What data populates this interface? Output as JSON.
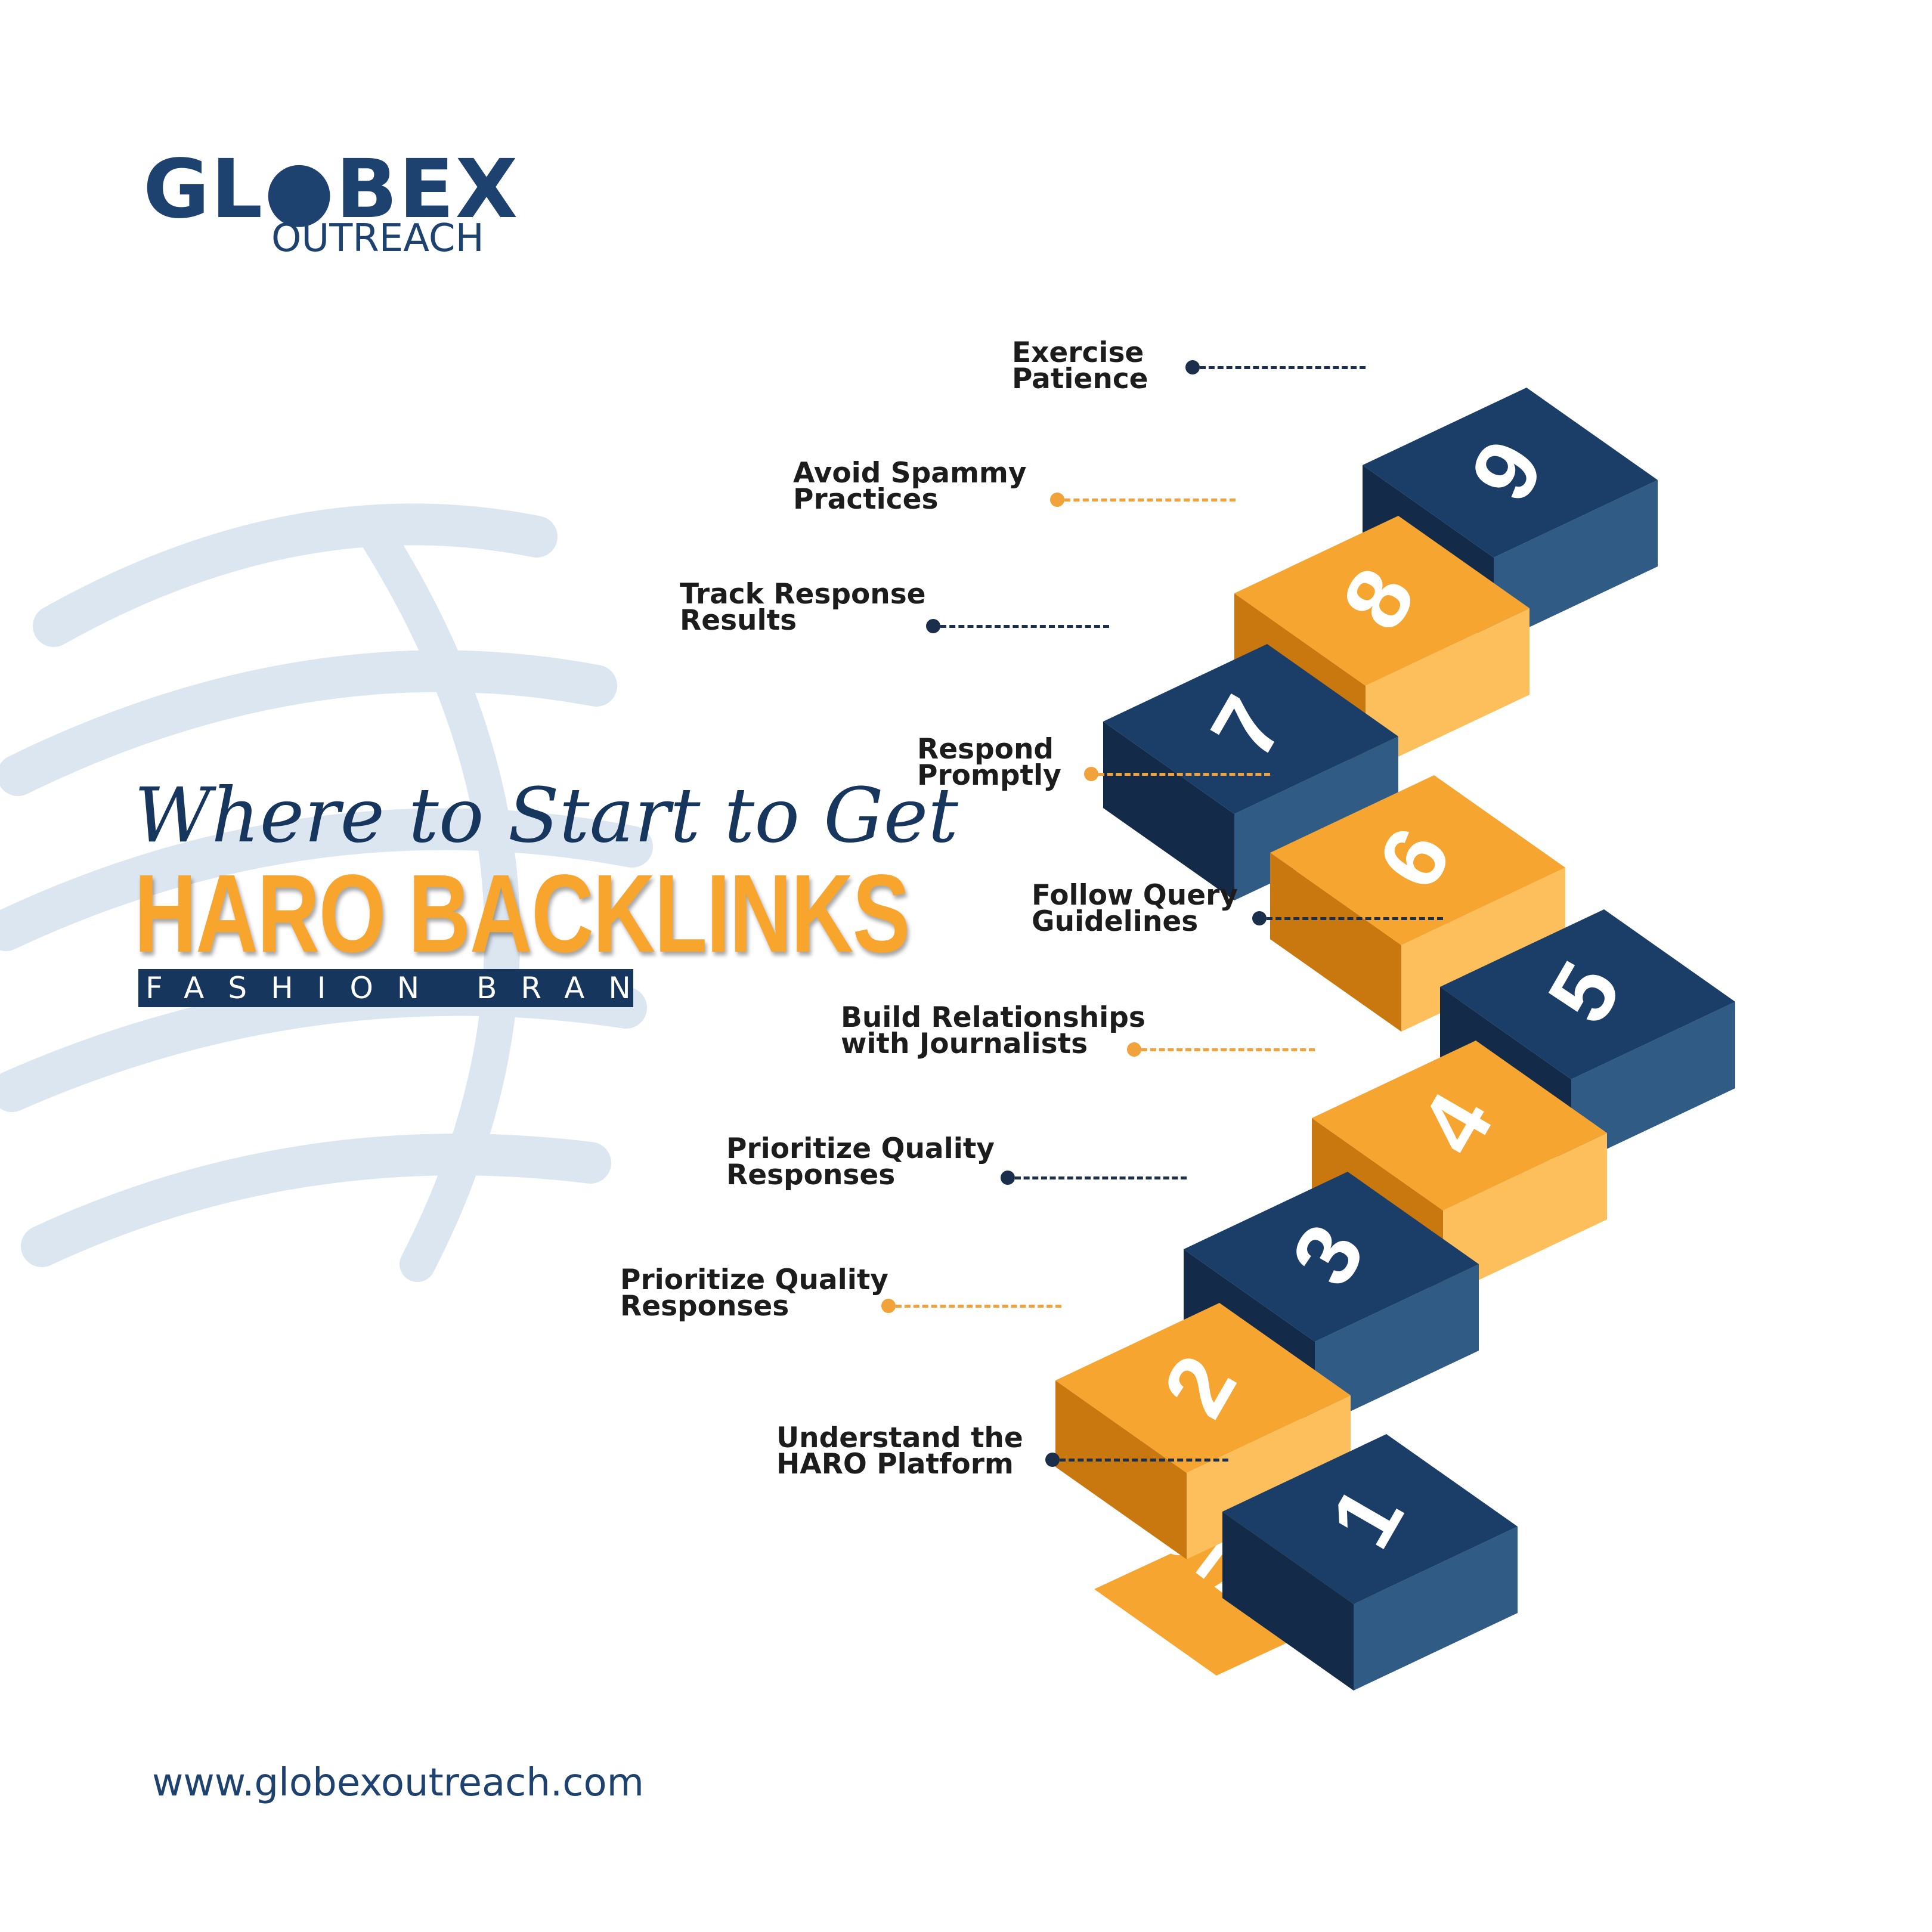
{
  "brand": {
    "logo_main": "GL●BEX",
    "logo_sub": "OUTREACH",
    "website": "www.globexoutreach.com",
    "colors": {
      "navy": "#1d4270",
      "orange": "#f7a52c"
    }
  },
  "title": {
    "script": "Where to Start to Get",
    "main": "HARO BACKLINKS",
    "subtitle": "FASHION BRAND"
  },
  "start_label": "START",
  "steps": [
    {
      "number": "1",
      "label": [
        "Understand the",
        "HARO Platform"
      ],
      "color": "navy"
    },
    {
      "number": "2",
      "label": [
        "Prioritize Quality",
        "Responses"
      ],
      "color": "orange"
    },
    {
      "number": "3",
      "label": [
        "Prioritize Quality",
        "Responses"
      ],
      "color": "navy"
    },
    {
      "number": "4",
      "label": [
        "Build Relationships",
        "with Journalists"
      ],
      "color": "orange"
    },
    {
      "number": "5",
      "label": [
        "Follow Query",
        "Guidelines"
      ],
      "color": "navy"
    },
    {
      "number": "6",
      "label": [
        "Respond",
        "Promptly"
      ],
      "color": "orange"
    },
    {
      "number": "7",
      "label": [
        "Track Response",
        "Results"
      ],
      "color": "navy"
    },
    {
      "number": "8",
      "label": [
        "Avoid Spammy",
        "Practices"
      ],
      "color": "orange"
    },
    {
      "number": "9",
      "label": [
        "Exercise",
        "Patience"
      ],
      "color": "navy"
    }
  ]
}
